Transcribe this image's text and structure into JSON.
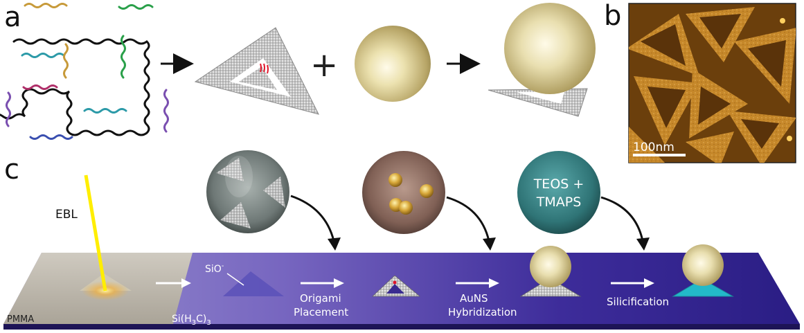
{
  "panels": {
    "a": "a",
    "b": "b",
    "c": "c"
  },
  "panel_a": {
    "operator_plus": "+"
  },
  "panel_b": {
    "scale_bar_label": "100nm"
  },
  "panel_c": {
    "ebl_label": "EBL",
    "pmma_label": "PMMA",
    "surface_label": "Si(H",
    "surface_sub1": "3",
    "surface_mid": "C)",
    "surface_sub2": "3",
    "sio_label": "SiO",
    "sio_sup": "-",
    "teos_line1": "TEOS +",
    "teos_line2": "TMAPS",
    "step1_line1": "Origami",
    "step1_line2": "Placement",
    "step2_line1": "AuNS",
    "step2_line2": "Hybridization",
    "step3_line1": "Silicification"
  },
  "colors": {
    "dna_staples": [
      "#c79a3a",
      "#3a8f6b",
      "#2c9aa8",
      "#7a4fb0",
      "#b0306a",
      "#3a4fb0",
      "#2aa04a"
    ],
    "scaffold": "#111111",
    "gold": "#e8dfa8",
    "substrate_start": "#8d86c8",
    "substrate_end": "#2c1f86",
    "pmma": "#bdb8ad",
    "ebl_beam": "#ffee00",
    "silica": "#23b9c9",
    "afm_background": "#6b3f0c",
    "afm_origami": "#c98a2a"
  }
}
